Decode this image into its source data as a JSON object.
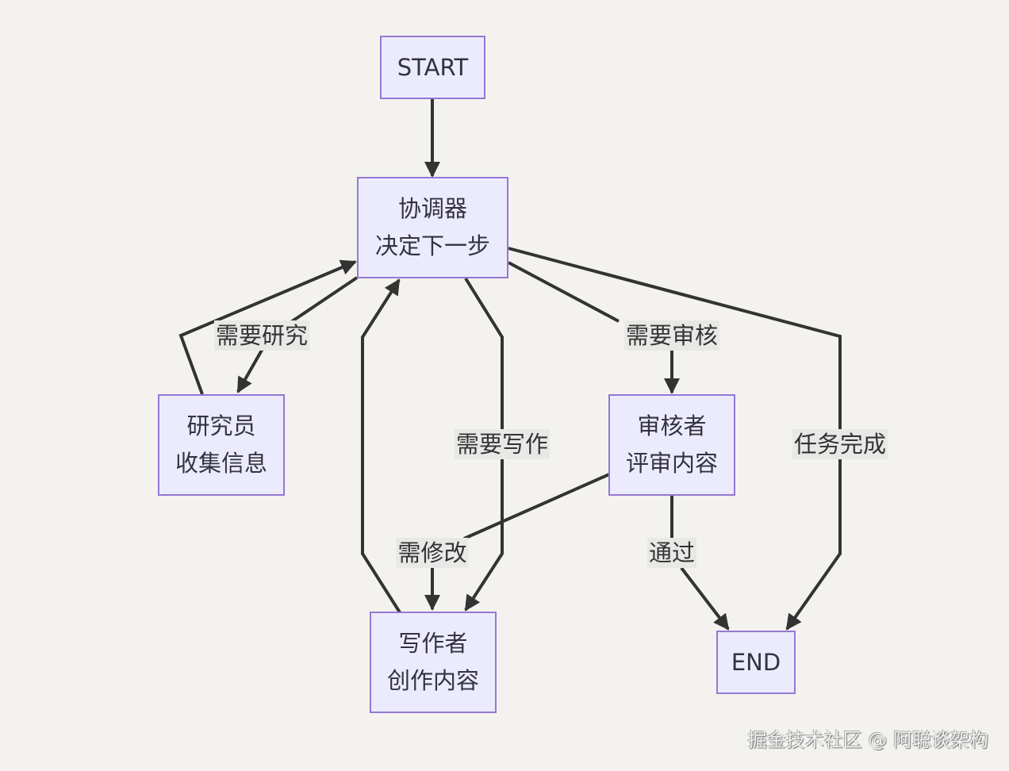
{
  "colors": {
    "background": "#f3f2ee",
    "node_fill": "#ecebfd",
    "node_border": "#9478d4",
    "edge": "#333333",
    "edge_label_bg": "#e8e8e6"
  },
  "nodes": {
    "start": {
      "lines": [
        "START"
      ]
    },
    "coordinator": {
      "lines": [
        "协调器",
        "决定下一步"
      ]
    },
    "researcher": {
      "lines": [
        "研究员",
        "收集信息"
      ]
    },
    "reviewer": {
      "lines": [
        "审核者",
        "评审内容"
      ]
    },
    "writer": {
      "lines": [
        "写作者",
        "创作内容"
      ]
    },
    "end": {
      "lines": [
        "END"
      ]
    }
  },
  "edges": [
    {
      "from": "start",
      "to": "coordinator",
      "label": ""
    },
    {
      "from": "coordinator",
      "to": "researcher",
      "label": "需要研究"
    },
    {
      "from": "researcher",
      "to": "coordinator",
      "label": ""
    },
    {
      "from": "coordinator",
      "to": "writer",
      "label": "需要写作"
    },
    {
      "from": "writer",
      "to": "coordinator",
      "label": ""
    },
    {
      "from": "coordinator",
      "to": "reviewer",
      "label": "需要审核"
    },
    {
      "from": "coordinator",
      "to": "end",
      "label": "任务完成"
    },
    {
      "from": "reviewer",
      "to": "writer",
      "label": "需修改"
    },
    {
      "from": "reviewer",
      "to": "end",
      "label": "通过"
    }
  ],
  "watermark": "掘金技术社区 @ 阿聪谈架构"
}
